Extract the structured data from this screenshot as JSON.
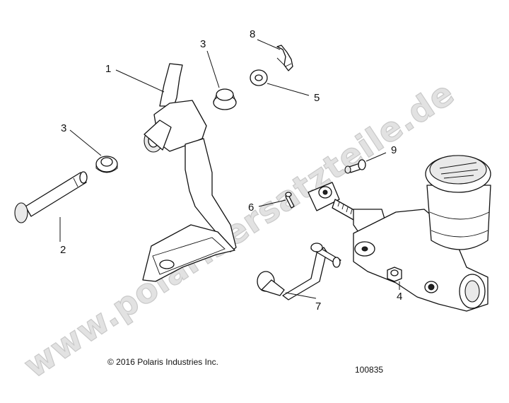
{
  "watermark": "www.polarisersatzteile.de",
  "copyright": "© 2016 Polaris Industries Inc.",
  "diagram_number": "100835",
  "callouts": [
    {
      "id": "1",
      "label": "1"
    },
    {
      "id": "2",
      "label": "2"
    },
    {
      "id": "3a",
      "label": "3"
    },
    {
      "id": "3b",
      "label": "3"
    },
    {
      "id": "4",
      "label": "4"
    },
    {
      "id": "5",
      "label": "5"
    },
    {
      "id": "6",
      "label": "6"
    },
    {
      "id": "7",
      "label": "7"
    },
    {
      "id": "8",
      "label": "8"
    },
    {
      "id": "9",
      "label": "9"
    }
  ]
}
